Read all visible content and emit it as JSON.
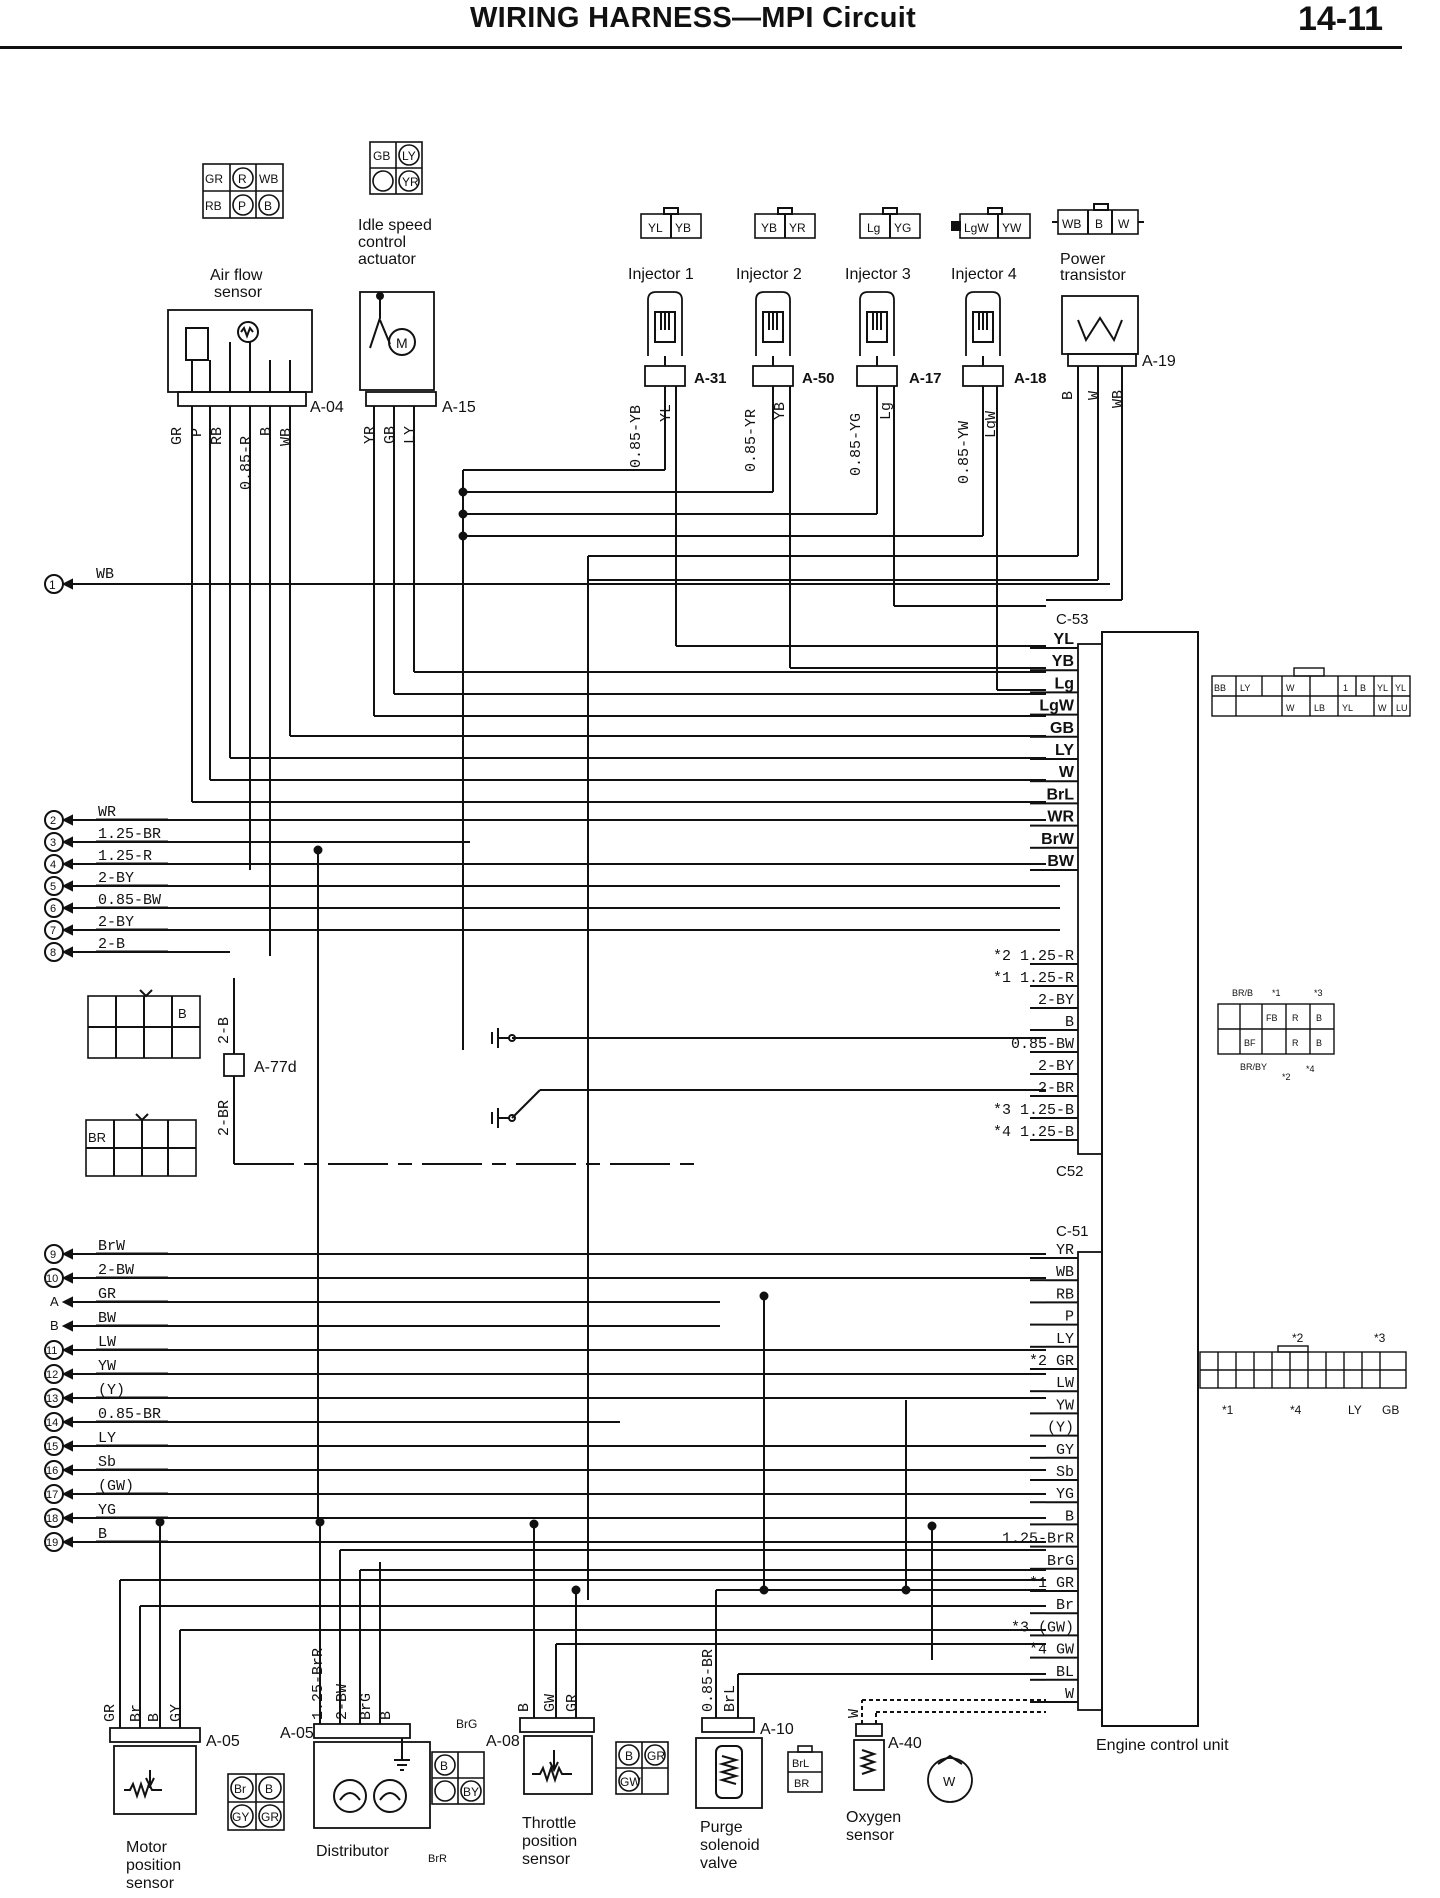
{
  "header": {
    "title": "WIRING HARNESS—MPI Circuit",
    "page": "14-11"
  },
  "components": {
    "air_flow_sensor": {
      "name": "Air flow sensor",
      "connector": "A-04",
      "pins": [
        "GR",
        "R",
        "WB",
        "RB",
        "P",
        "B"
      ],
      "wires": [
        "GR",
        "P",
        "RB",
        "0.85-R",
        "B",
        "WB"
      ]
    },
    "isc_actuator": {
      "name": "Idle speed control actuator",
      "connector": "A-15",
      "pins": [
        "GB",
        "LY",
        "YR"
      ],
      "wires": [
        "YR",
        "GB",
        "LY"
      ]
    },
    "injector_1": {
      "name": "Injector 1",
      "connector": "A-31",
      "pins": [
        "YL",
        "YB"
      ],
      "wires": [
        "0.85-YB",
        "YL"
      ]
    },
    "injector_2": {
      "name": "Injector 2",
      "connector": "A-50",
      "pins": [
        "YB",
        "YR"
      ],
      "wires": [
        "0.85-YR",
        "YB"
      ]
    },
    "injector_3": {
      "name": "Injector 3",
      "connector": "A-17",
      "pins": [
        "Lg",
        "YG"
      ],
      "wires": [
        "0.85-YG",
        "Lg"
      ]
    },
    "injector_4": {
      "name": "Injector 4",
      "connector": "A-18",
      "pins": [
        "LgW",
        "YW"
      ],
      "wires": [
        "0.85-YW",
        "LgW"
      ]
    },
    "power_transistor": {
      "name": "Power transistor",
      "connector": "A-19",
      "pins": [
        "WB",
        "B",
        "W"
      ],
      "wires": [
        "B",
        "W",
        "WB"
      ]
    },
    "motor_position_sensor": {
      "name": "Motor position sensor",
      "connector": "A-05",
      "pins": [
        "Br",
        "B",
        "GY",
        "GR"
      ],
      "wires": [
        "GR",
        "Br",
        "B",
        "GY"
      ]
    },
    "distributor": {
      "name": "Distributor",
      "connector": "A-05",
      "wires": [
        "1.25-BrR",
        "2-BW",
        "BrG",
        "B"
      ]
    },
    "a08": {
      "connector": "A-08",
      "pins": [
        "BrG",
        "B",
        "BY",
        "BrR"
      ]
    },
    "throttle_position_sensor": {
      "name": "Throttle position sensor",
      "pins": [
        "B",
        "GR",
        "GW"
      ],
      "wires": [
        "B",
        "GW",
        "GR"
      ]
    },
    "purge_solenoid_valve": {
      "name": "Purge solenoid valve",
      "connector": "A-10",
      "pins": [
        "BrL",
        "BR"
      ],
      "wires": [
        "0.85-BR",
        "BrL"
      ]
    },
    "oxygen_sensor": {
      "name": "Oxygen sensor",
      "connector": "A-40",
      "pin": "W",
      "wire": "W"
    },
    "ecu": {
      "name": "Engine control unit"
    },
    "a77d": {
      "connector": "A-77d",
      "wires": [
        "2-B",
        "2-BR"
      ],
      "pins_top": [
        "B"
      ],
      "pins_bottom": [
        "BR"
      ]
    }
  },
  "ecu_connectors": {
    "c53": {
      "name": "C-53",
      "pins": [
        "YL",
        "YB",
        "Lg",
        "LgW",
        "GB",
        "LY",
        "W",
        "BrL",
        "WR",
        "BrW",
        "BW"
      ]
    },
    "c52": {
      "name": "C52",
      "pins": [
        "*2 1.25-R",
        "*1 1.25-R",
        "2-BY",
        "B",
        "0.85-BW",
        "2-BY",
        "2-BR",
        "*3 1.25-B",
        "*4 1.25-B"
      ]
    },
    "c51": {
      "name": "C-51",
      "pins": [
        "YR",
        "WB",
        "RB",
        "P",
        "LY",
        "*2 GR",
        "LW",
        "YW",
        "(Y)",
        "GY",
        "Sb",
        "YG",
        "B",
        "1.25-BrR",
        "BrG",
        "*1 GR",
        "Br",
        "*3 (GW)",
        "*4 GW",
        "BL",
        "W"
      ]
    }
  },
  "left_terminals": {
    "group_top": [
      {
        "num": "1",
        "wire": "WB"
      }
    ],
    "group_mid": [
      {
        "num": "2",
        "wire": "WR"
      },
      {
        "num": "3",
        "wire": "1.25-BR"
      },
      {
        "num": "4",
        "wire": "1.25-R"
      },
      {
        "num": "5",
        "wire": "2-BY"
      },
      {
        "num": "6",
        "wire": "0.85-BW"
      },
      {
        "num": "7",
        "wire": "2-BY"
      },
      {
        "num": "8",
        "wire": "2-B"
      }
    ],
    "group_bot": [
      {
        "num": "9",
        "wire": "BrW"
      },
      {
        "num": "10",
        "wire": "2-BW"
      },
      {
        "num": "A",
        "wire": "GR"
      },
      {
        "num": "B",
        "wire": "BW"
      },
      {
        "num": "11",
        "wire": "LW"
      },
      {
        "num": "12",
        "wire": "YW"
      },
      {
        "num": "13",
        "wire": "(Y)"
      },
      {
        "num": "14",
        "wire": "0.85-BR"
      },
      {
        "num": "15",
        "wire": "LY"
      },
      {
        "num": "16",
        "wire": "Sb"
      },
      {
        "num": "17",
        "wire": "(GW)"
      },
      {
        "num": "18",
        "wire": "YG"
      },
      {
        "num": "19",
        "wire": "B"
      }
    ]
  },
  "connector_faces": {
    "c53_face": {
      "top": [
        "BB",
        "LY",
        "W",
        "1",
        "B",
        "YL",
        "YL"
      ],
      "bottom": [
        "W",
        "LB",
        "YL",
        "W",
        "LU"
      ]
    },
    "c52_face": {
      "marks": [
        "BR/B",
        "*1",
        "*3",
        "FB",
        "R",
        "B",
        "BF",
        "R",
        "B",
        "BR/BY",
        "*2",
        "*4"
      ]
    },
    "c51_face": {
      "marks": [
        "*2",
        "*3",
        "*1",
        "*4",
        "LY",
        "GB"
      ]
    },
    "oxygen_face": "W"
  }
}
